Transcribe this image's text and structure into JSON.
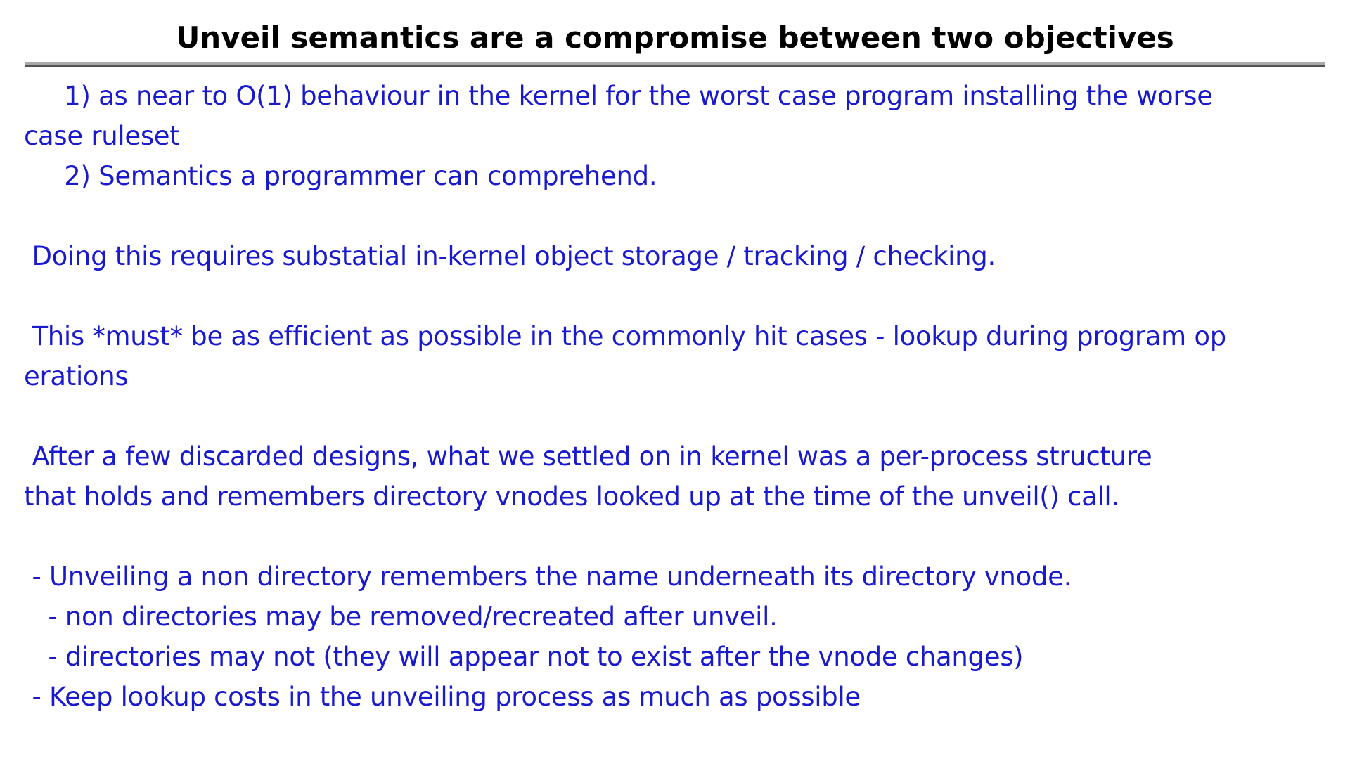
{
  "slide": {
    "title": "Unveil semantics are a compromise between two objectives",
    "title_color": "#000000",
    "body_color": "#1a1acd",
    "rule_top_color": "#a9a9a9",
    "rule_bottom_color": "#515151",
    "background_color": "#ffffff",
    "lines": [
      "     1) as near to O(1) behaviour in the kernel for the worst case program installing the worse",
      "case ruleset",
      "     2) Semantics a programmer can comprehend.",
      "",
      " Doing this requires substatial in-kernel object storage / tracking / checking.",
      "",
      " This *must* be as efficient as possible in the commonly hit cases - lookup during program op",
      "erations",
      "",
      " After a few discarded designs, what we settled on in kernel was a per-process structure",
      "that holds and remembers directory vnodes looked up at the time of the unveil() call.",
      "",
      " - Unveiling a non directory remembers the name underneath its directory vnode.",
      "   - non directories may be removed/recreated after unveil.",
      "   - directories may not (they will appear not to exist after the vnode changes)",
      " - Keep lookup costs in the unveiling process as much as possible"
    ]
  }
}
